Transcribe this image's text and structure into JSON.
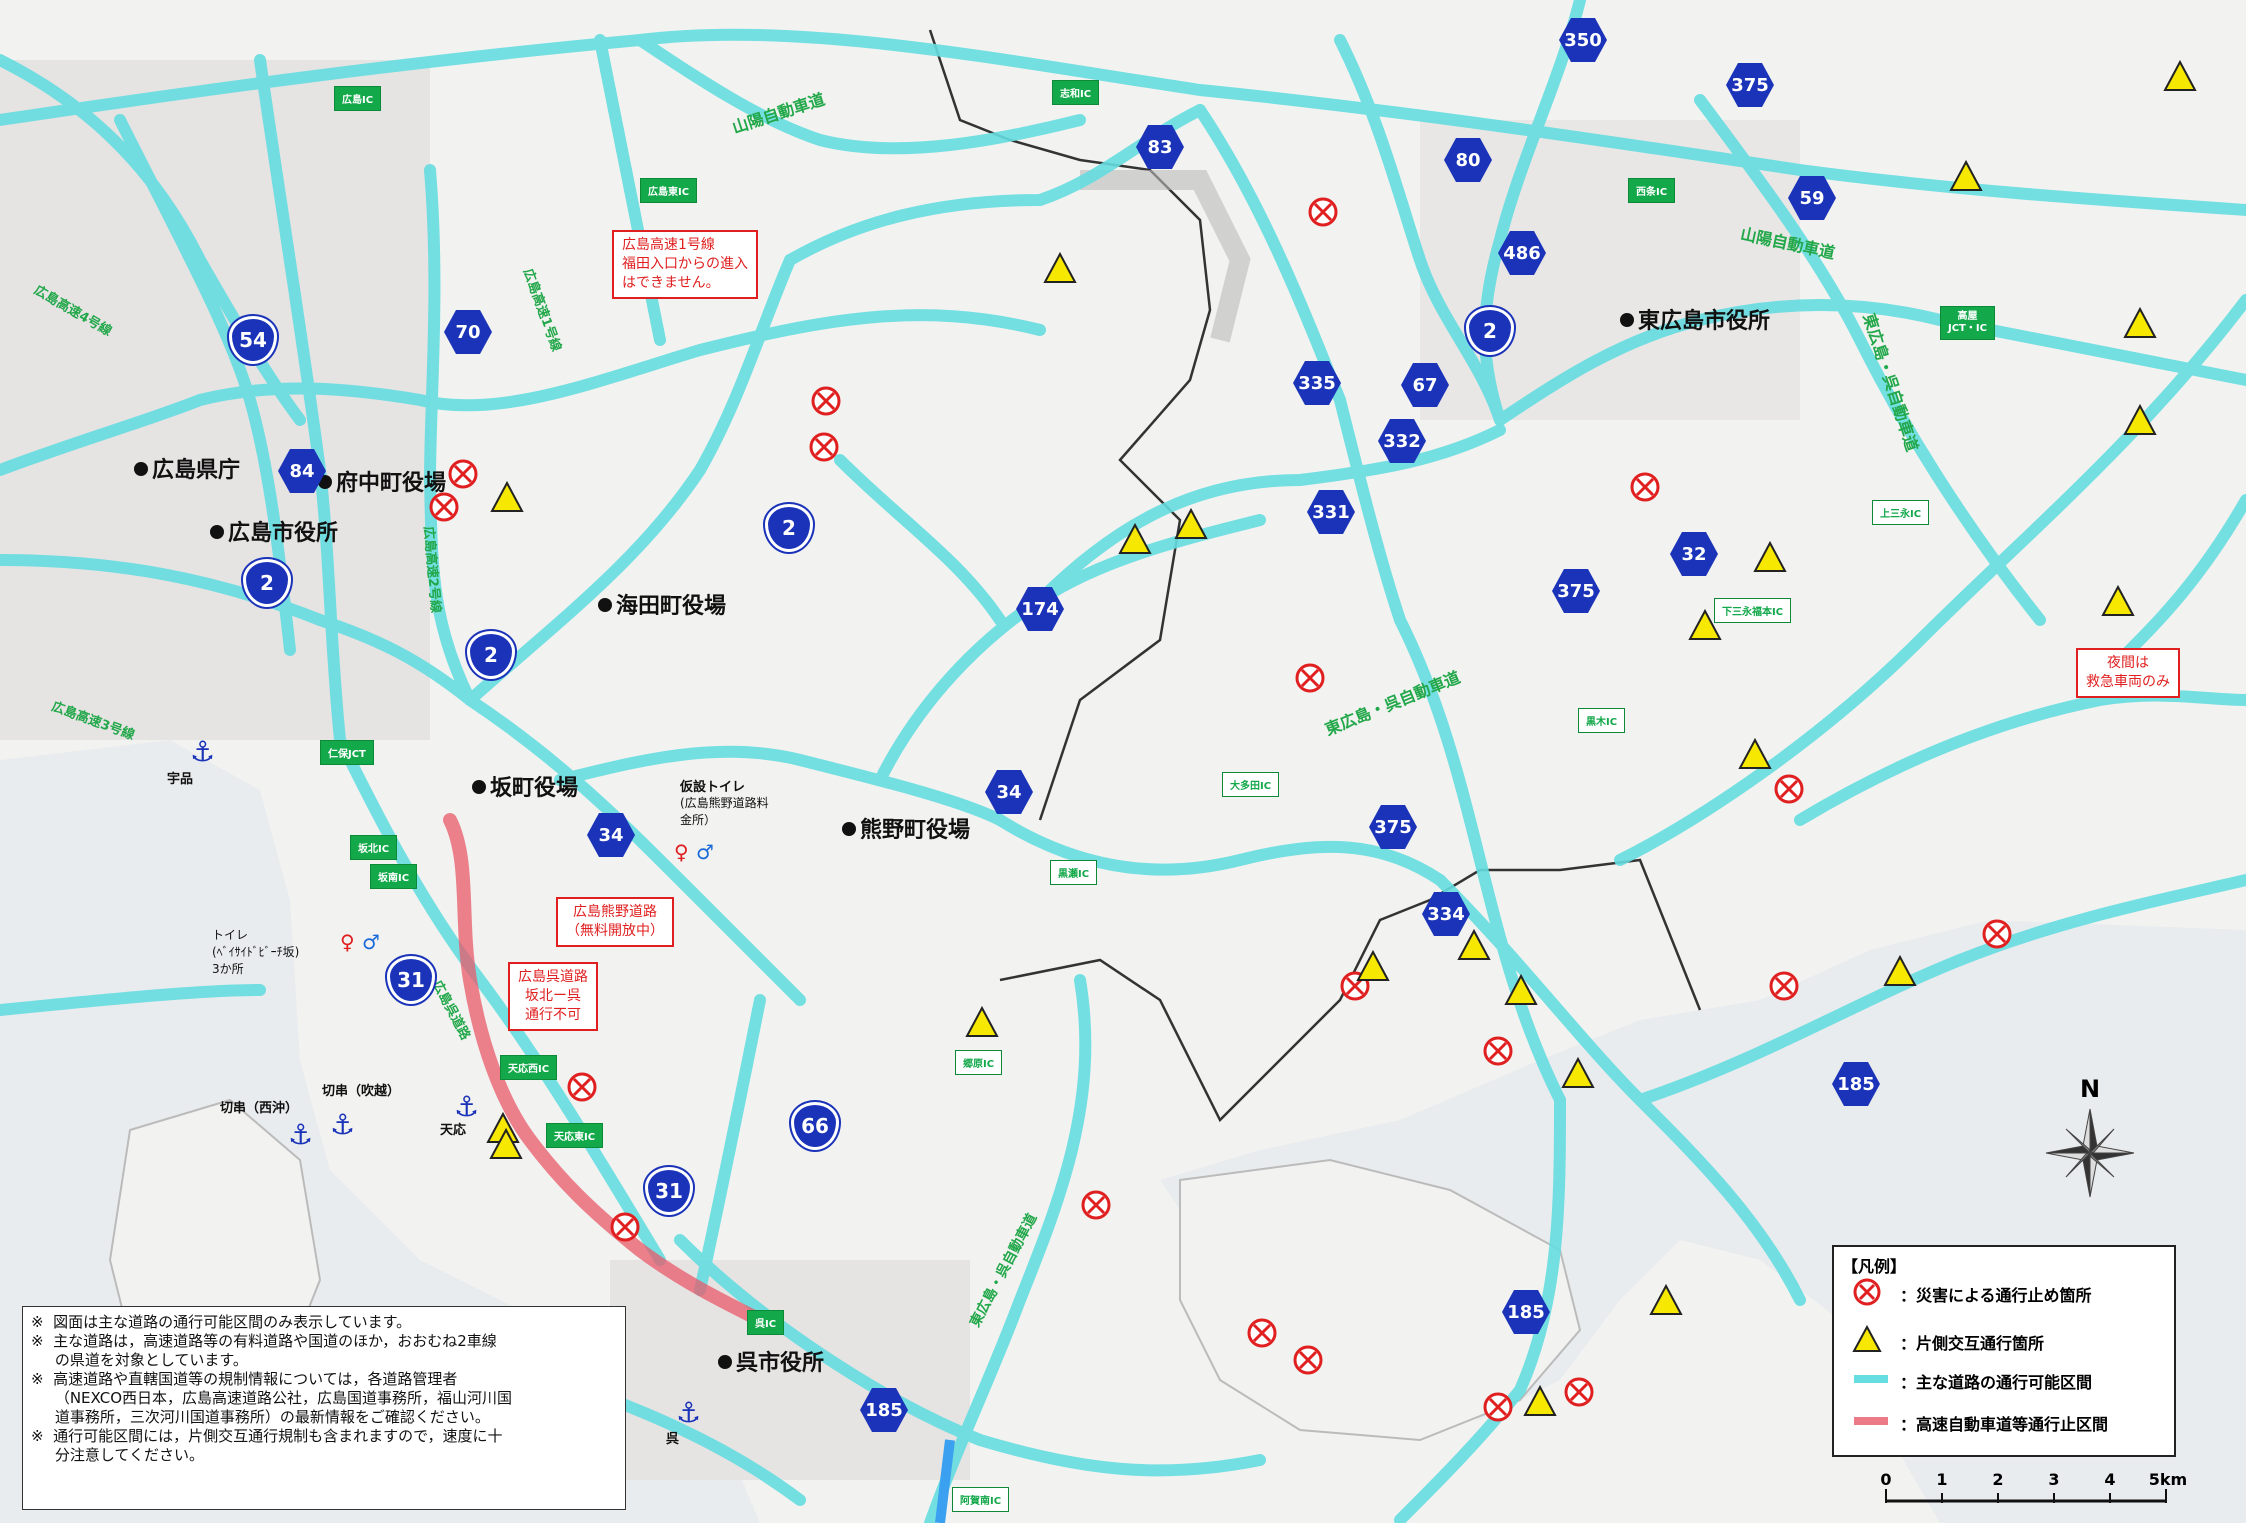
{
  "colors": {
    "open_road": "#66dde0",
    "closed_road": "#e85a6a",
    "route": "#1a33b8",
    "ic": "#13a84a",
    "warn": "#e02020",
    "tri": "#f6e800"
  },
  "offices": [
    {
      "name": "広島県庁"
    },
    {
      "name": "広島市役所"
    },
    {
      "name": "府中町役場"
    },
    {
      "name": "海田町役場"
    },
    {
      "name": "坂町役場"
    },
    {
      "name": "熊野町役場"
    },
    {
      "name": "東広島市役所"
    },
    {
      "name": "呉市役所"
    }
  ],
  "ics": [
    "広島IC",
    "広島東IC",
    "志和IC",
    "西条IC",
    "高屋\nJCT・IC",
    "上三永IC",
    "下三永福本IC",
    "黒木IC",
    "大多田IC",
    "黒瀬IC",
    "郷原IC",
    "仁保JCT",
    "坂北IC",
    "坂南IC",
    "天応西IC",
    "天応東IC",
    "呉IC",
    "阿賀南IC"
  ],
  "expressway_names": [
    "山陽自動車道",
    "山陽自動車道",
    "東広島・呉自動車道",
    "東広島・呉自動車道",
    "広島高速1号線",
    "広島高速4号線",
    "広島高速2号線",
    "広島高速3号線",
    "広島呉道路",
    "東広島・呉自動車道"
  ],
  "notices": [
    "広島高速1号線\n福田入口からの進入\nはできません。",
    "広島熊野道路\n（無料開放中）",
    "広島呉道路\n坂北ー呉\n通行不可",
    "夜間は\n救急車両のみ"
  ],
  "places": [
    "宇品",
    "天応",
    "切串（西沖）",
    "切串（吹越）",
    "呉"
  ],
  "toilet_labels": [
    "仮設トイレ",
    "(広島熊野道路料\n金所）",
    "トイレ\n(ﾍﾞｲｻｲﾄﾞﾋﾞｰﾁ坂)\n3か所"
  ],
  "routes_hex": [
    "350",
    "375",
    "83",
    "80",
    "59",
    "486",
    "335",
    "67",
    "332",
    "331",
    "32",
    "375",
    "375",
    "334",
    "185",
    "185",
    "185",
    "174",
    "34",
    "34",
    "70",
    "84"
  ],
  "routes_shield": [
    "54",
    "2",
    "2",
    "2",
    "2",
    "31",
    "31",
    "66"
  ],
  "legend": {
    "title": "【凡例】",
    "closure": "：災害による通行止め箇所",
    "alternate": "：片側交互通行箇所",
    "open": "：主な道路の通行可能区間",
    "closed": "：高速自動車道等通行止区間"
  },
  "notes": [
    "※  図面は主な道路の通行可能区間のみ表示しています。",
    "※  主な道路は，高速道路等の有料道路や国道のほか，おおむね2車線\n     の県道を対象としています。",
    "※  高速道路や直轄国道等の規制情報については，各道路管理者\n     （NEXCO西日本，広島高速道路公社，広島国道事務所，福山河川国\n     道事務所，三次河川国道事務所）の最新情報をご確認ください。",
    "※  通行可能区間には，片側交互通行規制も含まれますので，速度に十\n     分注意してください。"
  ],
  "scale": {
    "ticks": [
      "0",
      "1",
      "2",
      "3",
      "4",
      "5km"
    ]
  },
  "compass_label": "N"
}
